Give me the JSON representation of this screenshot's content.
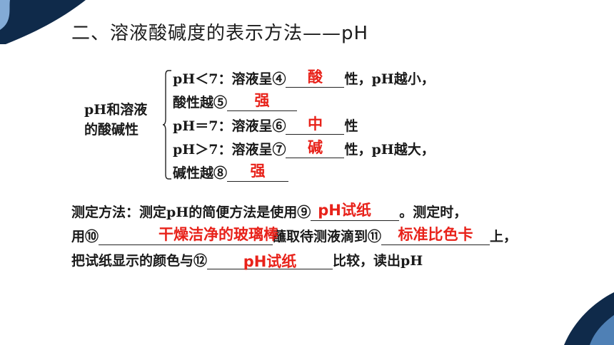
{
  "title": "二、溶液酸碱度的表示方法——pH",
  "relation": {
    "label_line1": "pH和溶液",
    "label_line2": "的酸碱性"
  },
  "lines": [
    {
      "pre": "pH＜7：溶液呈④",
      "answer": "酸",
      "post": "性，pH越小，"
    },
    {
      "pre": "酸性越⑤",
      "answer": "强",
      "post": ""
    },
    {
      "pre": "pH＝7：溶液呈⑥",
      "answer": "中",
      "post": "性"
    },
    {
      "pre": "pH＞7：溶液呈⑦",
      "answer": "碱",
      "post": "性，pH越大，"
    },
    {
      "pre": "碱性越⑧",
      "answer": "强",
      "post": ""
    }
  ],
  "method": {
    "l1_pre": "测定方法：测定pH的简便方法是使用⑨",
    "a9": "pH试纸",
    "l1_post": "。测定时，",
    "l2_pre": "用⑩",
    "a10": "干燥洁净的玻璃棒",
    "l2_mid": "蘸取待测液滴到⑪",
    "a11": "标准比色卡",
    "l2_post": "上，",
    "l3_pre": "把试纸显示的颜色与⑫",
    "a12": "pH试纸",
    "l3_post": "比较，读出pH"
  },
  "colors": {
    "answer": "#e8221a",
    "deco_dark": "#0f2a4a",
    "deco_light": "#5a8fc8"
  }
}
